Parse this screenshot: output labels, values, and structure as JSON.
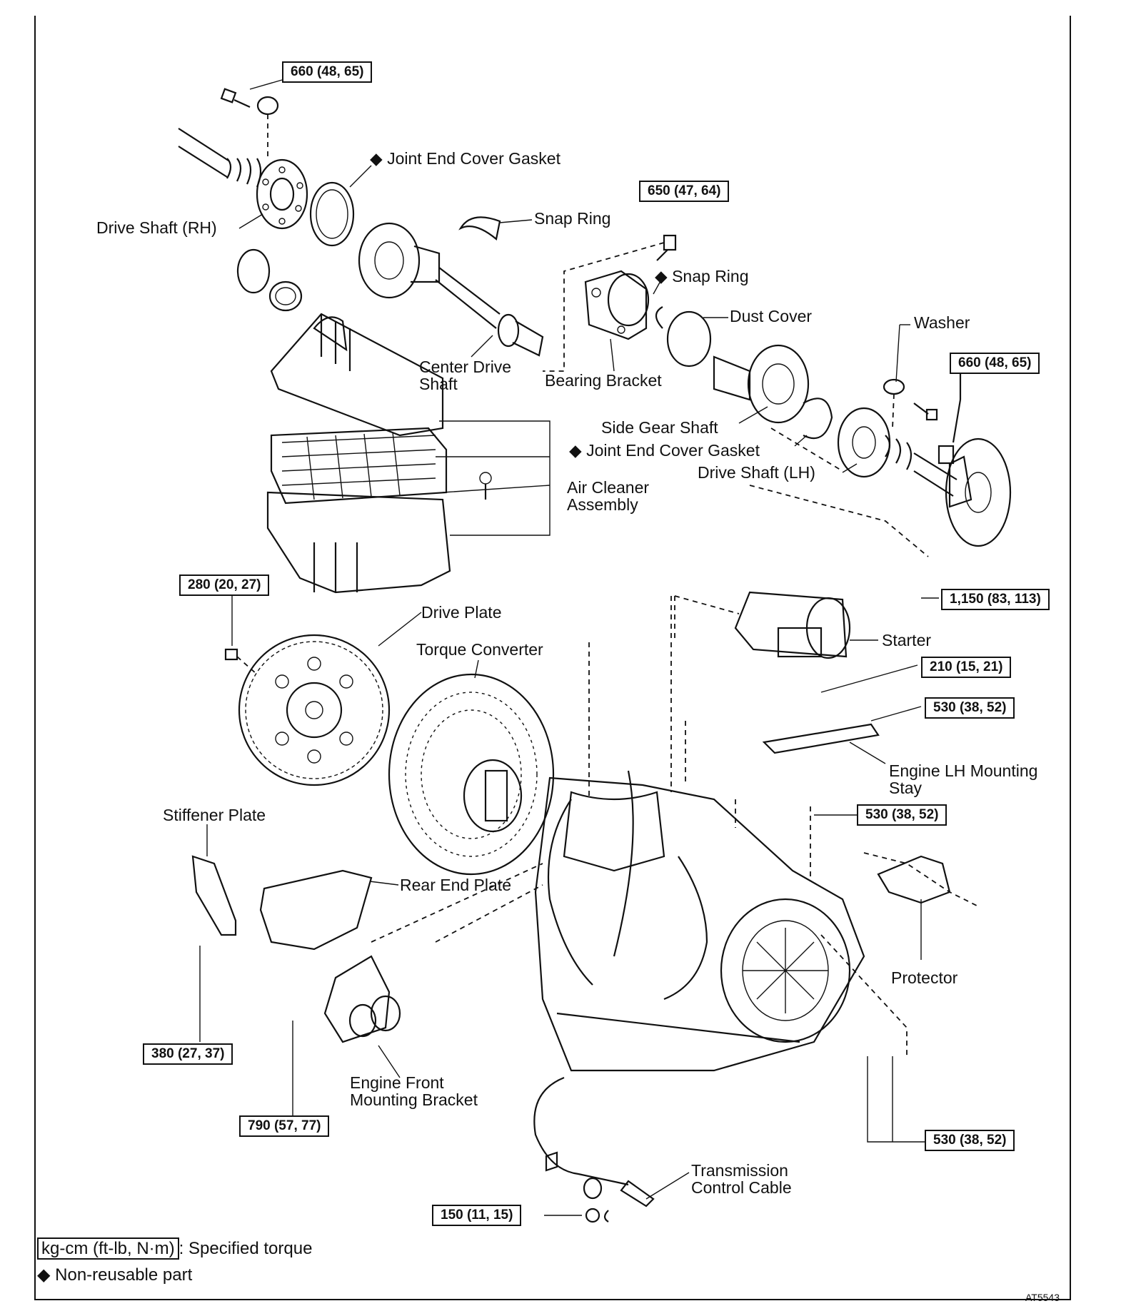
{
  "labels": {
    "joint_end_cover_gasket_top": "Joint End Cover Gasket",
    "snap_ring_top": "Snap Ring",
    "drive_shaft_rh": "Drive Shaft (RH)",
    "snap_ring_mid": "Snap Ring",
    "dust_cover": "Dust Cover",
    "washer": "Washer",
    "center_drive_shaft": "Center Drive\nShaft",
    "bearing_bracket": "Bearing Bracket",
    "side_gear_shaft": "Side Gear Shaft",
    "joint_end_cover_gasket_lower": "Joint End Cover Gasket",
    "drive_shaft_lh": "Drive Shaft (LH)",
    "air_cleaner_assembly": "Air Cleaner\nAssembly",
    "drive_plate": "Drive Plate",
    "torque_converter": "Torque Converter",
    "starter": "Starter",
    "engine_lh_mounting_stay": "Engine LH Mounting\nStay",
    "stiffener_plate": "Stiffener Plate",
    "rear_end_plate": "Rear End Plate",
    "protector": "Protector",
    "engine_front_mounting_bracket": "Engine Front\nMounting Bracket",
    "transmission_control_cable": "Transmission\nControl Cable"
  },
  "non_reusable_marker": "◆",
  "torques": {
    "t660_top": "660 (48, 65)",
    "t650": "650 (47, 64)",
    "t660_right": "660 (48, 65)",
    "t1150": "1,150 (83, 113)",
    "t280": "280 (20, 27)",
    "t210": "210 (15, 21)",
    "t530_a": "530 (38, 52)",
    "t530_b": "530 (38, 52)",
    "t380": "380 (27, 37)",
    "t790": "790 (57, 77)",
    "t530_c": "530 (38, 52)",
    "t150": "150 (11, 15)"
  },
  "legend": {
    "unit_box": "kg-cm (ft-lb, N·m)",
    "unit_text": ": Specified torque",
    "diamond": "◆",
    "diamond_text": "Non-reusable part"
  },
  "figure_id": "AT5543"
}
